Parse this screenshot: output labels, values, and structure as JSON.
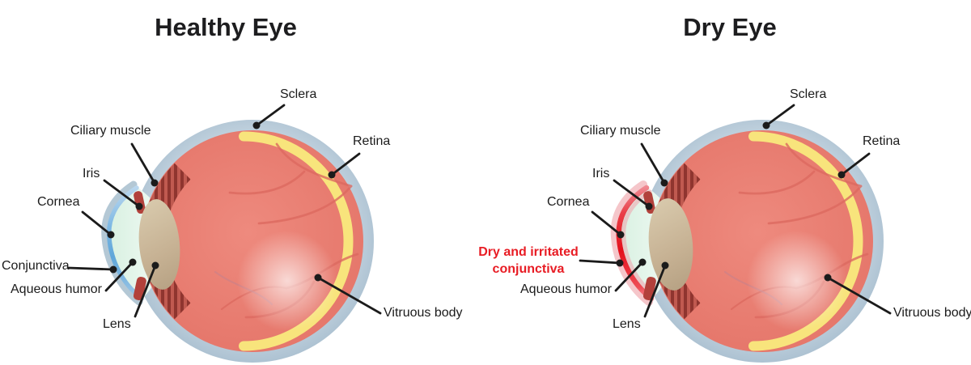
{
  "figure": {
    "type": "anatomy-comparison-diagram",
    "subject": "human eye cross-section: healthy vs dry eye"
  },
  "titles": {
    "healthy": "Healthy Eye",
    "dry": "Dry Eye"
  },
  "healthy_eye": {
    "labels": {
      "sclera": "Sclera",
      "retina": "Retina",
      "ciliary_muscle": "Ciliary muscle",
      "iris": "Iris",
      "cornea": "Cornea",
      "conjunctiva": "Conjunctiva",
      "aqueous_humor": "Aqueous humor",
      "lens": "Lens",
      "vitreous_body": "Vitruous body"
    }
  },
  "dry_eye": {
    "labels": {
      "sclera": "Sclera",
      "retina": "Retina",
      "ciliary_muscle": "Ciliary muscle",
      "iris": "Iris",
      "cornea": "Cornea",
      "conjunctiva": "Dry and irritated conjunctiva",
      "aqueous_humor": "Aqueous humor",
      "lens": "Lens",
      "vitreous_body": "Vitruous body"
    }
  },
  "colors": {
    "background": "#ffffff",
    "title_text": "#1d1d1f",
    "label_text": "#1b1b1b",
    "dry_label_red": "#e81c24",
    "leader_line": "#1b1b1b",
    "sclera_ring": "#bfd0dc",
    "retina_yellow": "#f8e47c",
    "vitreous_salmon": "#e87f73",
    "vessel_red": "#dd6a60",
    "ciliary_dark_red": "#8f352f",
    "iris_red": "#b2413b",
    "lens_tan": "#c6b193",
    "aqueous_mint": "#ddf3e5",
    "cornea_rim_healthy_blue": "#6fb0de",
    "cornea_rim_dry_red": "#e4121d"
  }
}
